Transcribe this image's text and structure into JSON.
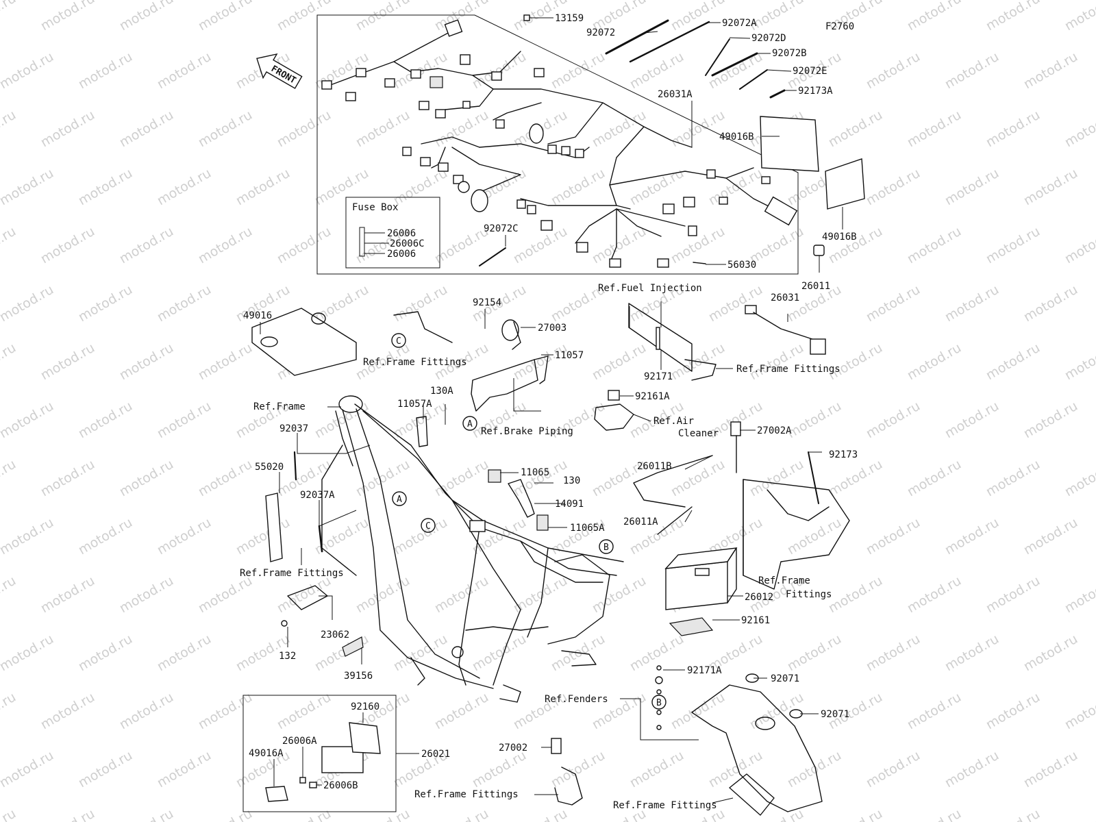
{
  "diagram_code": "F2760",
  "front_label": "FRONT",
  "watermark_text": "motod.ru",
  "fuse_box_title": "Fuse Box",
  "parts": {
    "p13159": "13159",
    "p92072": "92072",
    "p92072A": "92072A",
    "p92072D": "92072D",
    "p92072B": "92072B",
    "p92072E": "92072E",
    "p92173A": "92173A",
    "p26031A": "26031A",
    "p49016B_1": "49016B",
    "p49016B_2": "49016B",
    "p26011": "26011",
    "p56030": "56030",
    "p92072C": "92072C",
    "fb1": "26006",
    "fb2": "26006C",
    "fb3": "26006",
    "p49016": "49016",
    "p92154": "92154",
    "p27003": "27003",
    "p11057": "11057",
    "p130A": "130A",
    "p11057A": "11057A",
    "p92037": "92037",
    "p55020": "55020",
    "p92037A": "92037A",
    "p11065": "11065",
    "p130": "130",
    "p14091": "14091",
    "p11065A": "11065A",
    "p23062": "23062",
    "p132": "132",
    "p39156": "39156",
    "p92171": "92171",
    "p26031": "26031",
    "p92161A": "92161A",
    "p27002A": "27002A",
    "p92173": "92173",
    "p26011B": "26011B",
    "p26011A": "26011A",
    "p26012": "26012",
    "p92161": "92161",
    "p92171A": "92171A",
    "p92071_1": "92071",
    "p92071_2": "92071",
    "p92160": "92160",
    "p26006A": "26006A",
    "p49016A": "49016A",
    "p26006B": "26006B",
    "p26021": "26021",
    "p27002": "27002"
  },
  "refs": {
    "fuel_injection": "Ref.Fuel Injection",
    "frame_fittings_1": "Ref.Frame Fittings",
    "frame_fittings_2": "Ref.Frame Fittings",
    "frame_fittings_3": "Ref.Frame Fittings",
    "frame_fittings_4a": "Ref.Frame",
    "frame_fittings_4b": "Fittings",
    "frame_fittings_5": "Ref.Frame Fittings",
    "frame_fittings_6": "Ref.Frame Fittings",
    "frame": "Ref.Frame",
    "brake_piping": "Ref.Brake Piping",
    "air_cleaner_1": "Ref.Air",
    "air_cleaner_2": "Cleaner",
    "fenders": "Ref.Fenders"
  },
  "callouts": {
    "a1": "A",
    "a2": "A",
    "b1": "B",
    "b2": "B",
    "c1": "C",
    "c2": "C"
  }
}
